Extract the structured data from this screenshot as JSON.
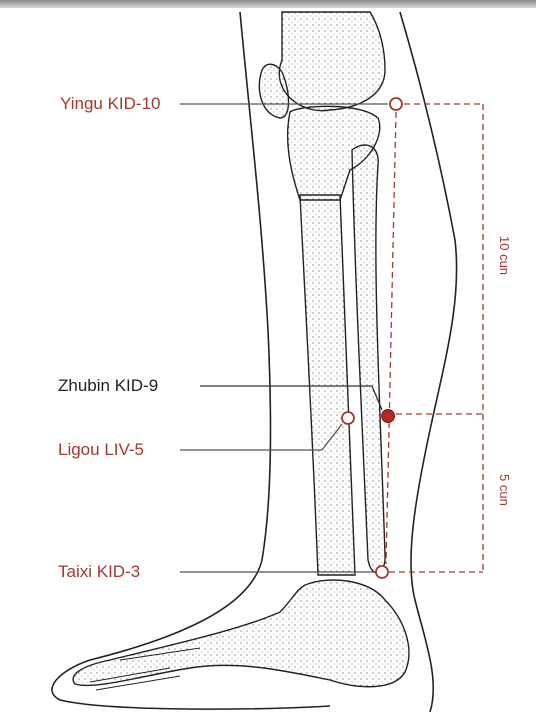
{
  "points": {
    "yingu": {
      "label": "Yingu KID-10"
    },
    "zhubin": {
      "label": "Zhubin KID-9"
    },
    "ligou": {
      "label": "Ligou LIV-5"
    },
    "taixi": {
      "label": "Taixi KID-3"
    }
  },
  "measurements": {
    "upper": "10 cun",
    "lower": "5 cun"
  },
  "colors": {
    "accent": "#a0392f",
    "filled_point": "#b02a1e",
    "outline": "#222222"
  }
}
